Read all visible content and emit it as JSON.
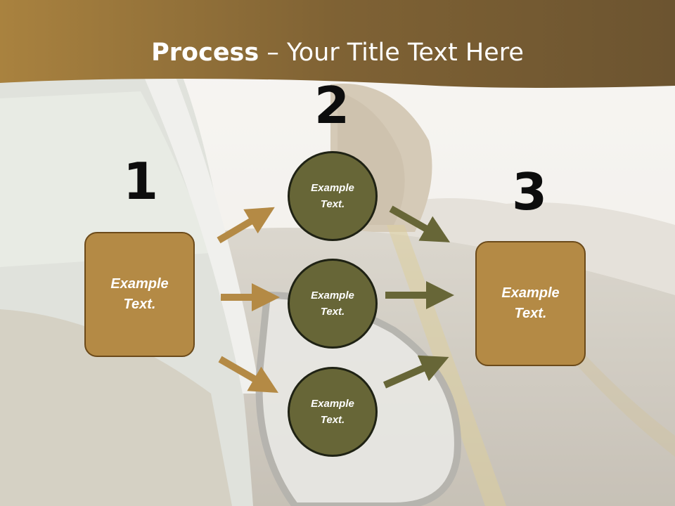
{
  "title": {
    "bold": "Process",
    "rest": " – Your Title Text Here"
  },
  "steps": [
    {
      "number": "1",
      "line1": "Example",
      "line2": "Text."
    },
    {
      "number": "2",
      "line1": "Example",
      "line2": "Text."
    },
    {
      "number": "3",
      "line1": "Example",
      "line2": "Text."
    }
  ],
  "circles": [
    {
      "line1": "Example",
      "line2": "Text."
    },
    {
      "line1": "Example",
      "line2": "Text."
    },
    {
      "line1": "Example",
      "line2": "Text."
    }
  ],
  "colors": {
    "header_brown": "#a67c3d",
    "box_fill": "#b48a45",
    "circle_fill": "#676637",
    "left_arrows": "#b48a45",
    "right_arrows": "#676637"
  }
}
